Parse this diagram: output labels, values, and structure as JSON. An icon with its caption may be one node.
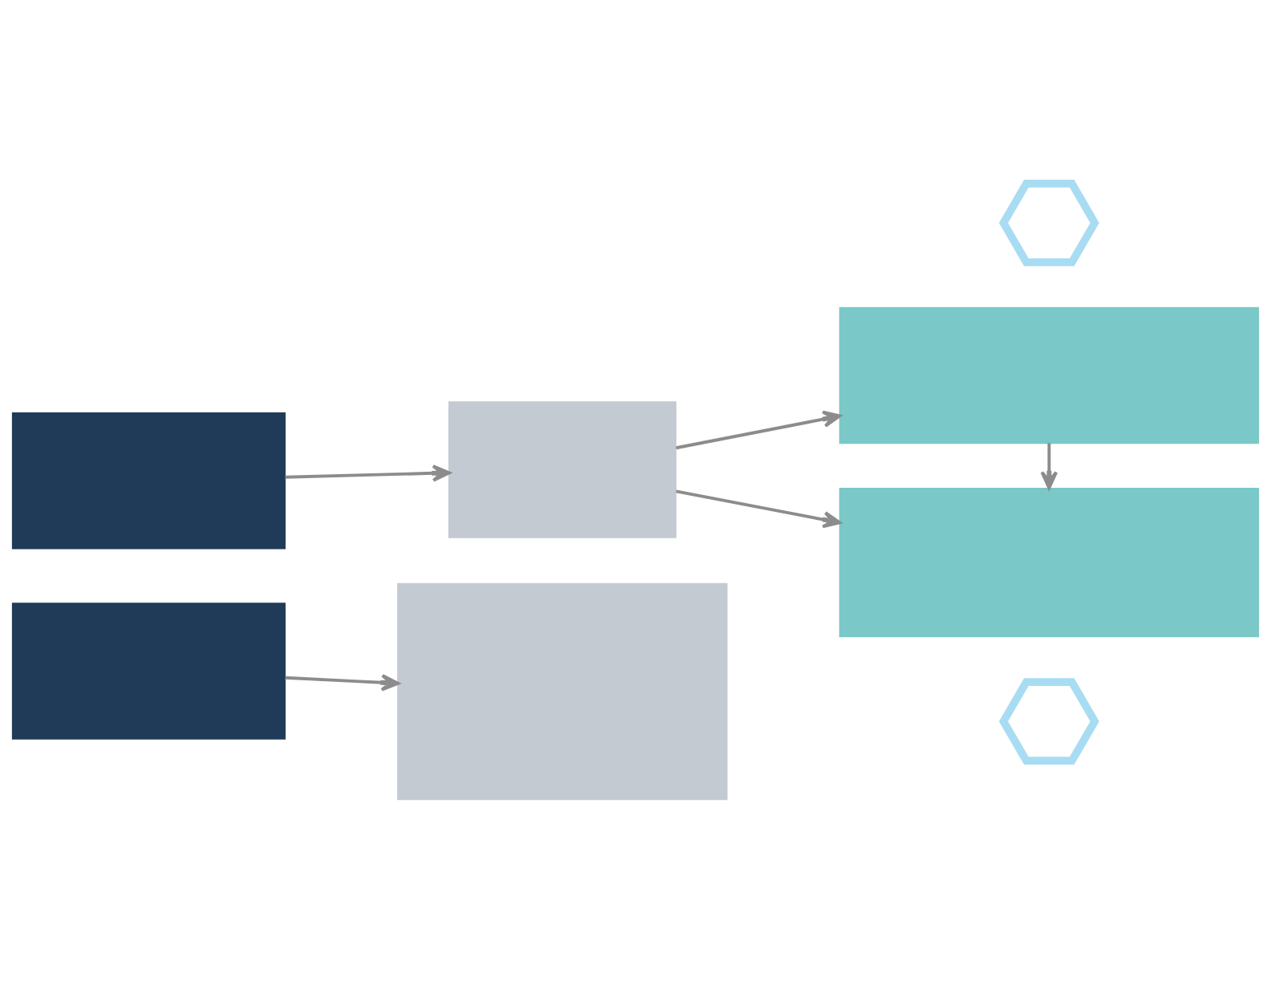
{
  "diagram": {
    "nodes": [
      {
        "text": [],
        "shape": "box"
      },
      {
        "text": [],
        "shape": "box"
      },
      {
        "text": [],
        "shape": "hexagon"
      },
      {
        "text": [],
        "shape": "box"
      },
      {
        "text": [],
        "shape": "box"
      },
      {
        "text": [],
        "shape": "hexagon"
      },
      {
        "text": [],
        "shape": "box"
      },
      {
        "text": [],
        "shape": "box"
      }
    ],
    "edges": [
      {
        "from": 0,
        "to": 1,
        "arrow": "to"
      },
      {
        "from": 1,
        "to": 3,
        "arrow": "to"
      },
      {
        "from": 1,
        "to": 4,
        "arrow": "to"
      },
      {
        "from": 3,
        "to": 4,
        "arrow": "to"
      },
      {
        "from": 6,
        "to": 7,
        "arrow": "to"
      }
    ]
  }
}
